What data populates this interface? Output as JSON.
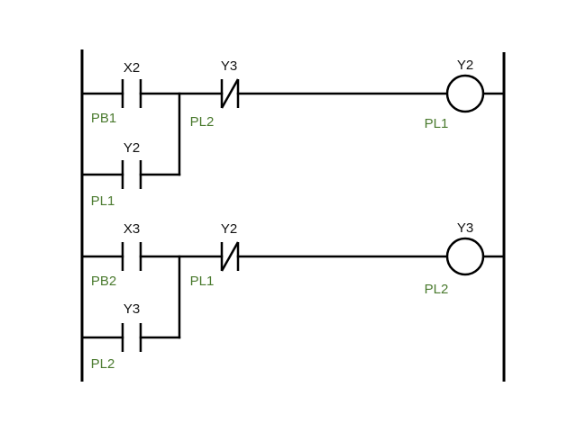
{
  "colors": {
    "wire": "#000000",
    "address_label": "#111111",
    "tag_label": "#4a7a2e",
    "background": "#ffffff"
  },
  "rung1": {
    "contact_x2": {
      "address": "X2",
      "tag": "PB1"
    },
    "contact_y2_seal": {
      "address": "Y2",
      "tag": "PL1"
    },
    "contact_y3_nc": {
      "address": "Y3",
      "tag": "PL2"
    },
    "coil_y2": {
      "address": "Y2",
      "tag": "PL1"
    }
  },
  "rung2": {
    "contact_x3": {
      "address": "X3",
      "tag": "PB2"
    },
    "contact_y3_seal": {
      "address": "Y3",
      "tag": "PL2"
    },
    "contact_y2_nc": {
      "address": "Y2",
      "tag": "PL1"
    },
    "coil_y3": {
      "address": "Y3",
      "tag": "PL2"
    }
  }
}
